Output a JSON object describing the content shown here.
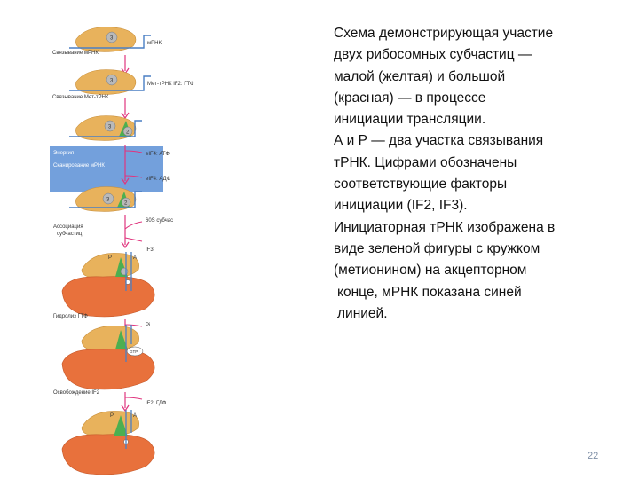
{
  "caption": {
    "lines": [
      "Схема демонстрирующая участие",
      "двух рибосомных субчастиц —",
      "малой (желтая) и большой",
      "(красная) — в процессе",
      "инициации трансляции.",
      "А и Р — два участка связывания",
      "тРНК. Цифрами обозначены",
      "соответствующие факторы",
      "инициации (IF2, IF3).",
      "Инициаторная тРНК изображена в",
      "виде зеленой фигуры с кружком",
      "(метионином) на акцепторном",
      " конце, мРНК показана синей",
      " линией."
    ]
  },
  "diagram": {
    "step_labels": {
      "s1": "Связывание мРНК",
      "s2": "Связывание Мет-тРНК",
      "s3a": "Энергия",
      "s3b": "Сканирование мРНК",
      "s4a": "Ассоциация",
      "s4b": "субчастиц",
      "s5": "Гидролиз ГТФ",
      "s6": "Освобождение IF2"
    },
    "right_labels": {
      "r1": "мРНК",
      "r2": "Мет-тРНК IF2: ГТФ",
      "r3": "eIF4: АТФ",
      "r4": "eIF4: АДФ",
      "r5": "60S субчас",
      "r6": "IF3",
      "r7": "Pi",
      "r8": "IF2: ГДФ"
    },
    "circle_numbers": {
      "n3": "3",
      "n2": "2"
    },
    "site_labels": {
      "p": "P",
      "a": "A"
    },
    "gtp_label": "GTP",
    "colors": {
      "small_subunit": "#e8b25c",
      "large_subunit": "#e8713c",
      "trna": "#4caf50",
      "mrna": "#4a7fc4",
      "scan_box": "#5b8fd6",
      "arrow": "#e0357e"
    }
  },
  "page_number": "22"
}
